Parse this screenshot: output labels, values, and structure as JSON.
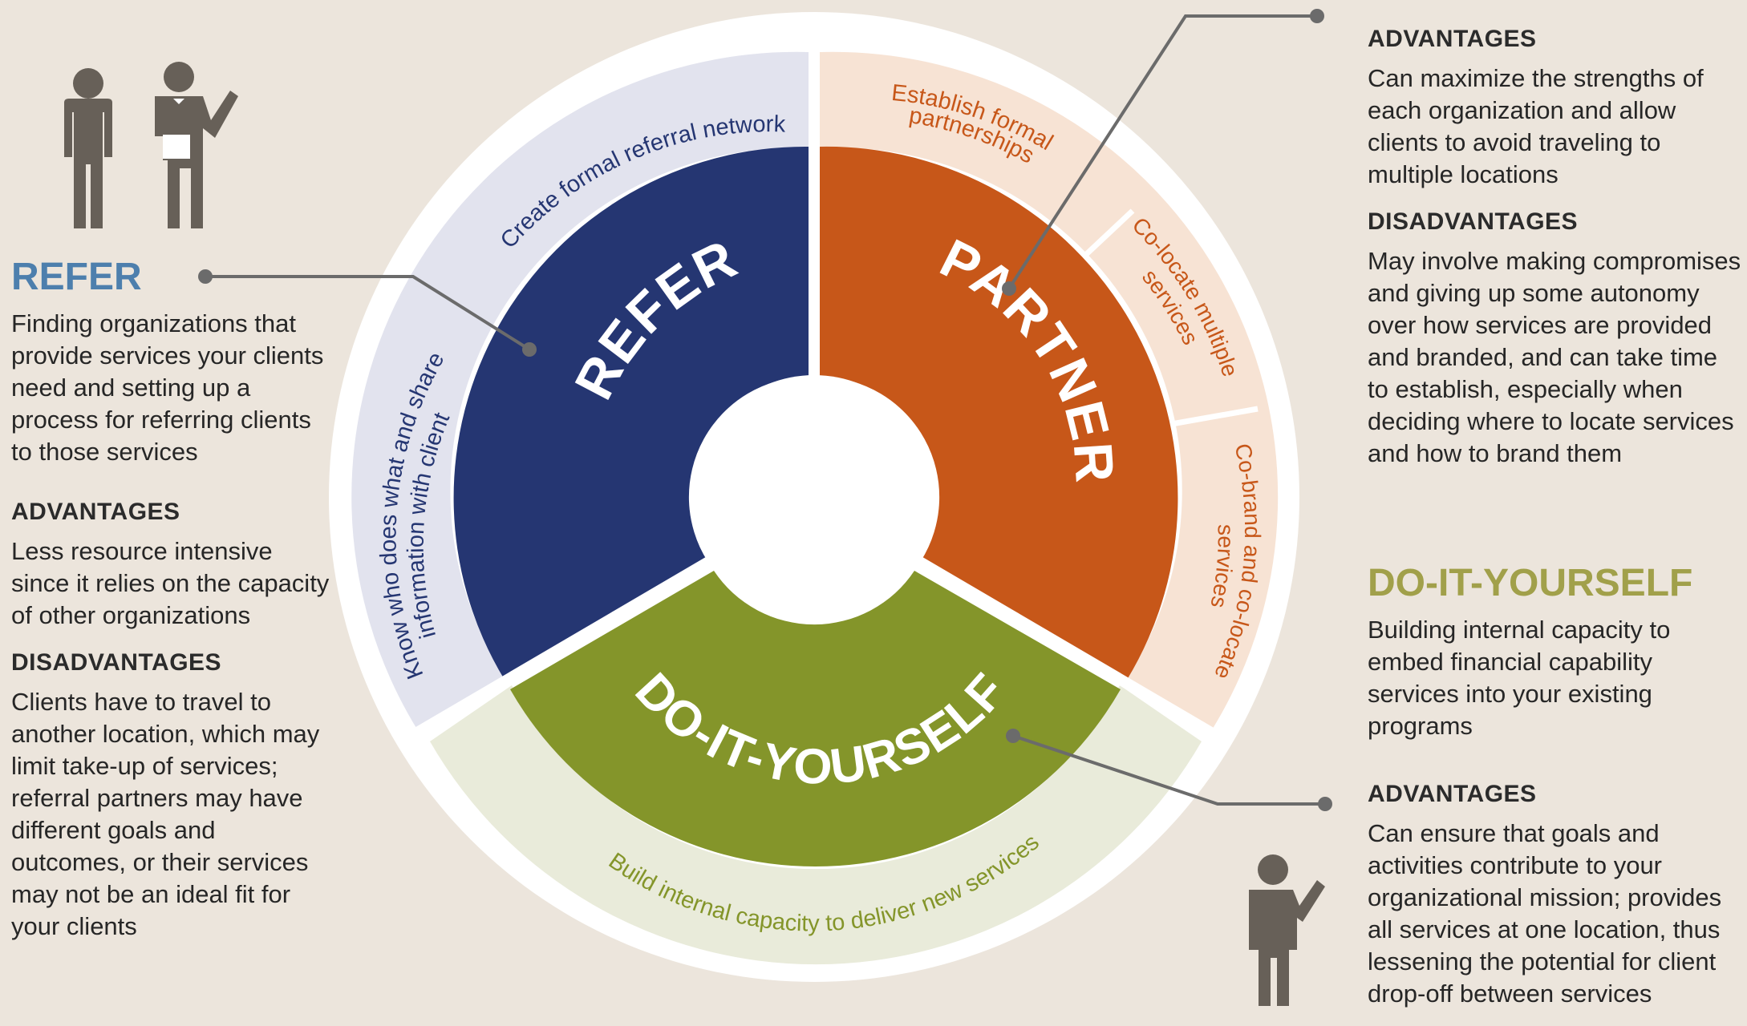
{
  "colors": {
    "refer": "#253672",
    "partner": "#c75719",
    "diy": "#84952a",
    "refer_heading": "#4d7fad",
    "diy_heading": "#a1a04a",
    "refer_band": "#e2e3ee",
    "partner_band": "#f7e3d4",
    "diy_band": "#e9ebda",
    "connector": "#6b6b6b",
    "icon": "#676058",
    "background": "#ece5dc"
  },
  "wheel": {
    "refer_label": "REFER",
    "partner_label": "PARTNER",
    "diy_label": "DO-IT-YOURSELF",
    "refer_outer": [
      "Create formal referral network",
      "Know who does what and share",
      "information with client"
    ],
    "partner_outer": [
      "Establish formal",
      "partnerships",
      "Co-locate multiple",
      "services",
      "Co-brand and co-locate",
      "services"
    ],
    "diy_outer": "Build internal capacity to deliver new services"
  },
  "refer": {
    "heading": "REFER",
    "description": "Finding organizations that provide services your clients need and setting up a process for referring clients to those services",
    "advantages_title": "ADVANTAGES",
    "advantages": "Less resource intensive since it relies on the capacity of other organizations",
    "disadvantages_title": "DISADVANTAGES",
    "disadvantages": "Clients have to travel to another location, which may limit take-up of services; referral partners may have different goals and outcomes, or their services may not be an ideal fit for your clients"
  },
  "partner": {
    "advantages_title": "ADVANTAGES",
    "advantages": "Can maximize the strengths of each organization and allow clients to avoid traveling to multiple locations",
    "disadvantages_title": "DISADVANTAGES",
    "disadvantages": "May involve making compromises and giving up some autonomy over how services are provided and branded, and can take time to establish, especially when deciding where to locate services and how to brand them"
  },
  "diy": {
    "heading": "DO-IT-YOURSELF",
    "description": "Building internal capacity to embed financial capability services into your existing programs",
    "advantages_title": "ADVANTAGES",
    "advantages": "Can ensure that goals and activities contribute to your organizational mission; provides all services at one location, thus lessening the potential for client drop-off between services"
  },
  "icons": [
    "person-icon",
    "waiter-icon",
    "person-gesturing-icon"
  ]
}
